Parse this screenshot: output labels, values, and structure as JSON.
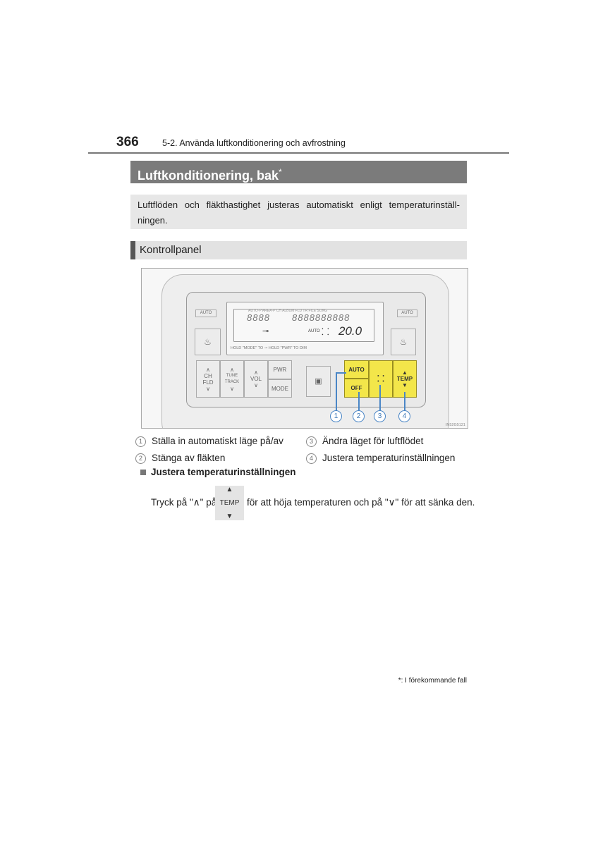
{
  "header": {
    "page_number": "366",
    "chapter": "5-2. Använda luftkonditionering och avfrostning"
  },
  "title": {
    "text": "Luftkonditionering, bak",
    "mark": "*"
  },
  "intro": "Luftflöden och fläkthastighet justeras automatiskt enligt temperaturinställ-ningen.",
  "subheading": "Kontrollpanel",
  "figure": {
    "lcd_top": "AUTO·P AREA·P CH ALBUM FLD TR FILE SONG",
    "lcd_segments_1": "8888",
    "lcd_segments_2": "8888888888",
    "lcd_auto": "AUTO",
    "lcd_temp": "20.0",
    "lcd_hint": "HOLD \"MODE\" TO ⊸  HOLD \"PWR\" TO DIM",
    "left_auto": "AUTO",
    "right_auto": "AUTO",
    "ch_fld": "CH FLD",
    "tune_track": "TUNE TRACK",
    "vol": "VOL",
    "pwr": "PWR",
    "mode": "MODE",
    "auto": "AUTO",
    "off": "OFF",
    "temp": "TEMP",
    "callouts": [
      "1",
      "2",
      "3",
      "4"
    ],
    "code": "IN52G5121"
  },
  "legend": [
    {
      "num": "1",
      "text": "Ställa in automatiskt läge på/av"
    },
    {
      "num": "2",
      "text": "Stänga av fläkten"
    },
    {
      "num": "3",
      "text": "Ändra läget för luftflödet"
    },
    {
      "num": "4",
      "text": "Justera temperaturinställningen"
    }
  ],
  "section_heading": "Justera temperaturinställningen",
  "instruction": {
    "before": "Tryck på \"∧\" på",
    "icon_label": "TEMP",
    "after": "för att höja temperaturen och på \"∨\" för att sänka den."
  },
  "footnote": "*: I förekommande fall"
}
